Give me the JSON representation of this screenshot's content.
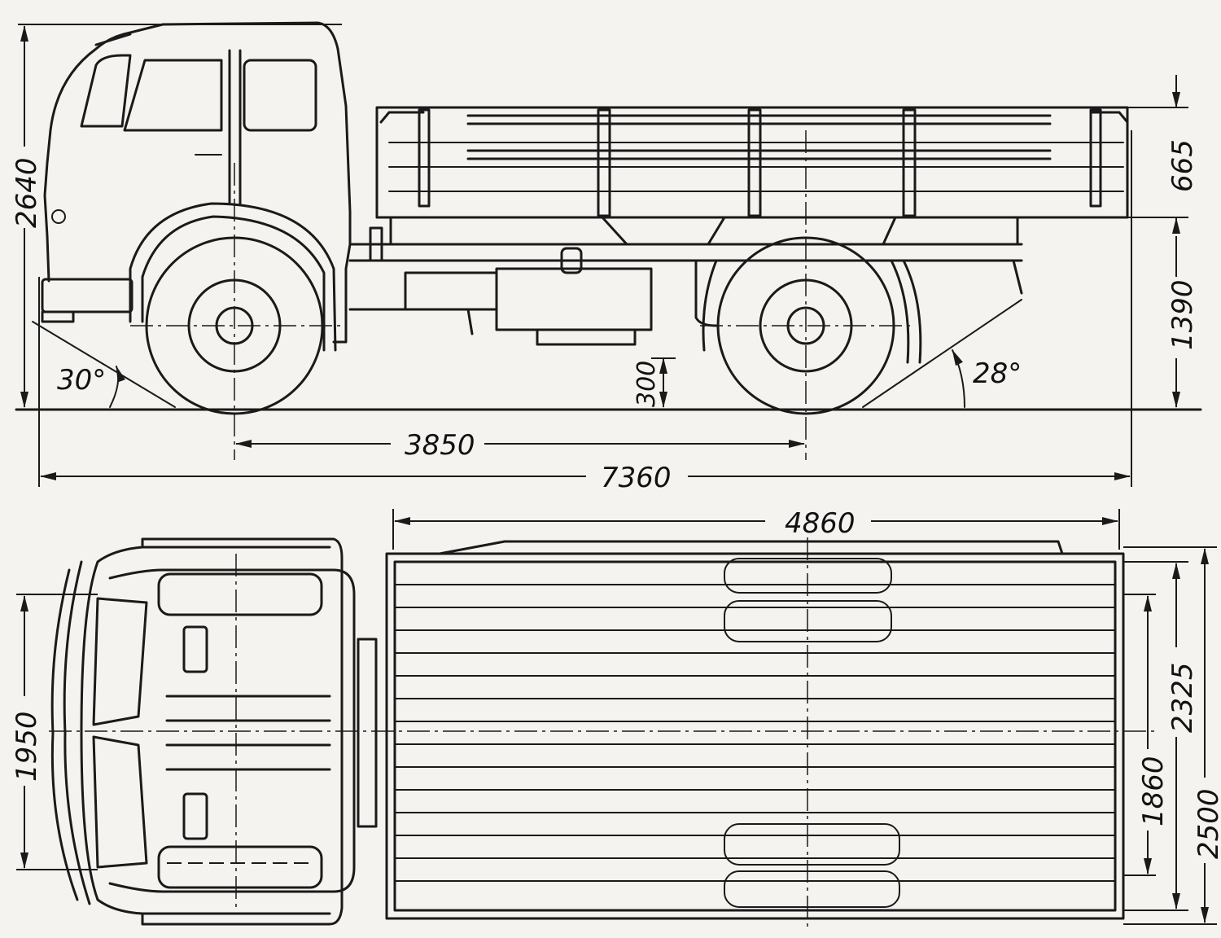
{
  "side_view": {
    "dimensions": {
      "overall_height": "2640",
      "body_side_height": "665",
      "platform_height": "1390",
      "ground_clearance": "300",
      "wheelbase": "3850",
      "overall_length": "7360"
    },
    "angles": {
      "approach_angle": "30°",
      "departure_angle": "28°"
    }
  },
  "top_view": {
    "dimensions": {
      "body_length": "4860",
      "cab_width": "1950",
      "body_outer_width": "2325",
      "track_width": "1860",
      "overall_width": "2500"
    }
  }
}
